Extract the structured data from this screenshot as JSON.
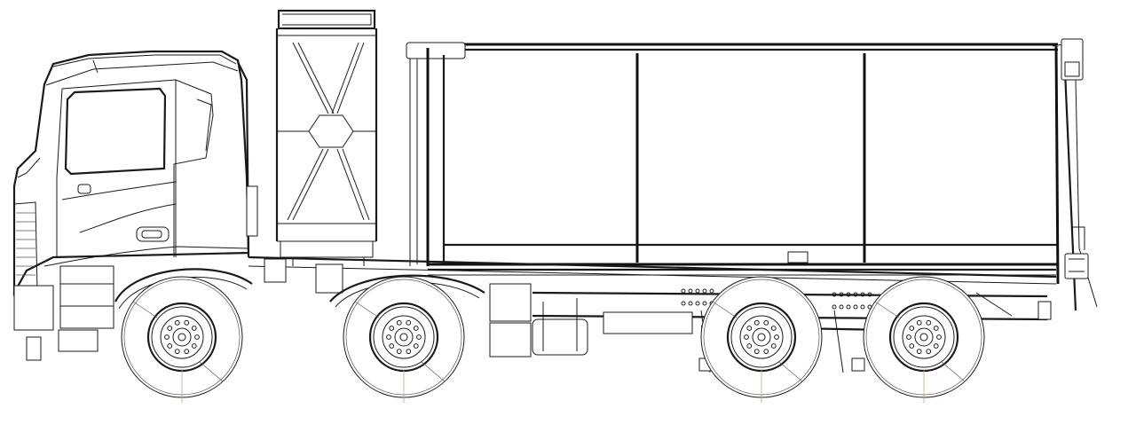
{
  "drawing": {
    "subject": "",
    "wheels": [
      {
        "name": "front-axle-1-wheel"
      },
      {
        "name": "front-axle-2-wheel"
      },
      {
        "name": "rear-axle-1-wheel"
      },
      {
        "name": "rear-axle-2-wheel"
      }
    ],
    "colors": {
      "line": "#1a1a1a",
      "background": "#ffffff",
      "axis_mark": "#c9a27a"
    }
  }
}
